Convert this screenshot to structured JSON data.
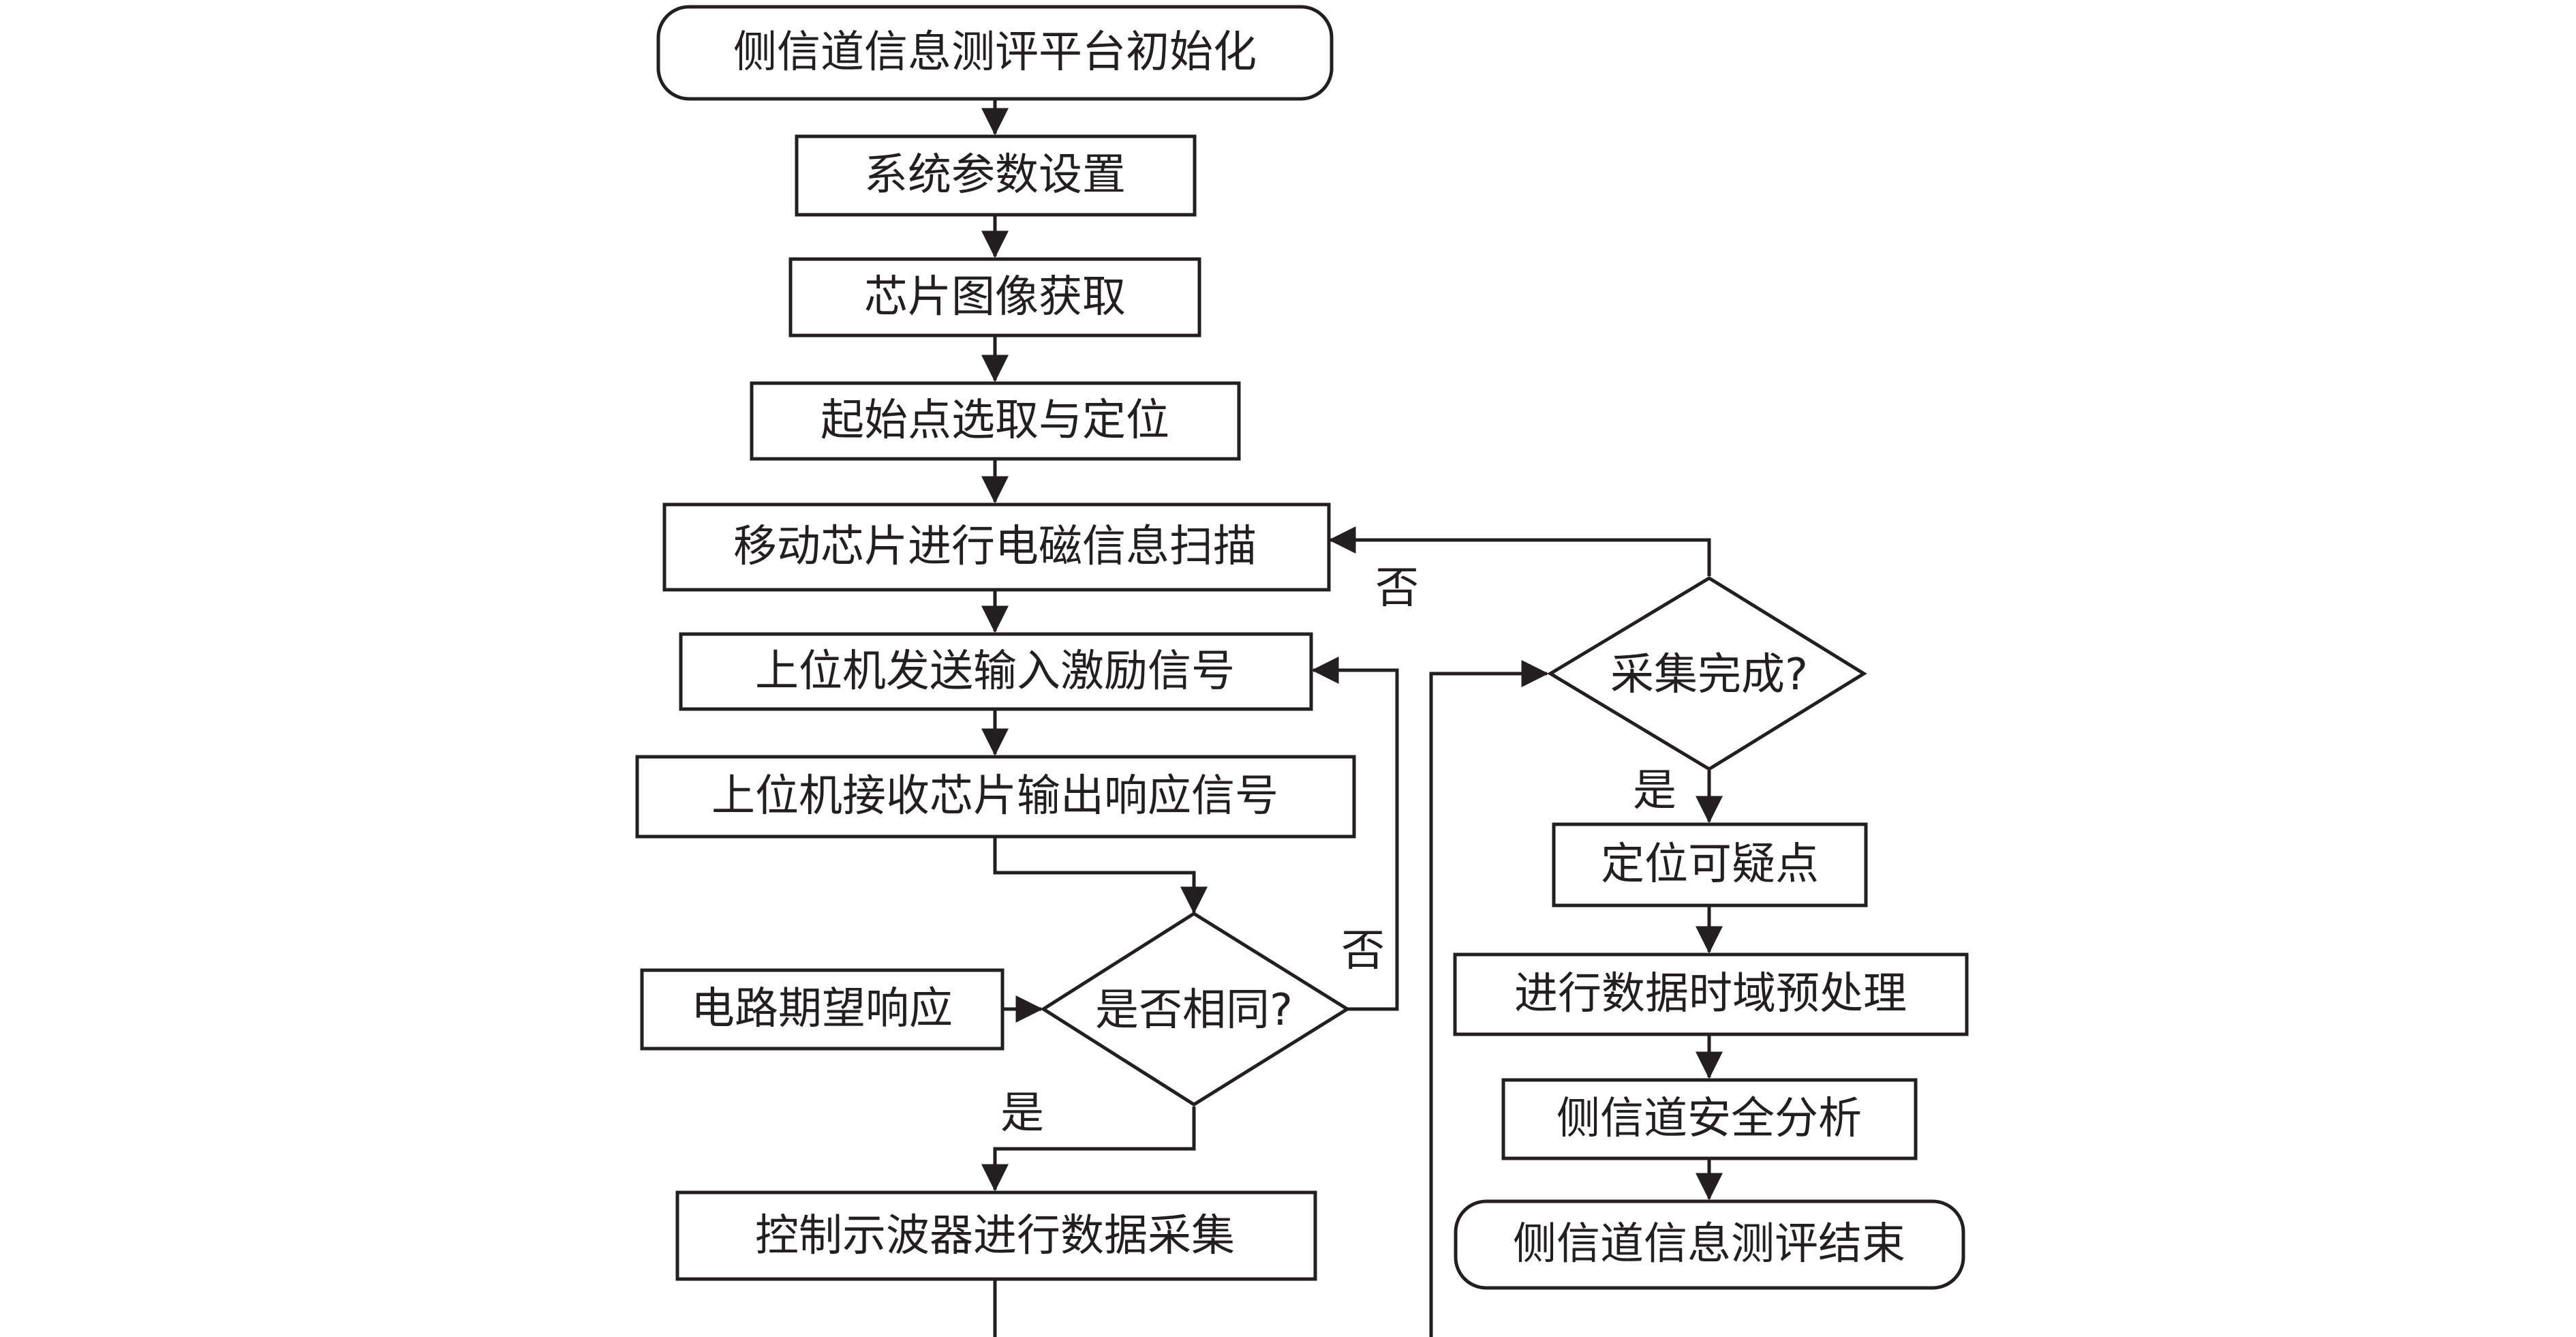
{
  "nodes": {
    "init": "侧信道信息测评平台初始化",
    "params": "系统参数设置",
    "image": "芯片图像获取",
    "locate_start": "起始点选取与定位",
    "scan": "移动芯片进行电磁信息扫描",
    "send_stimulus": "上位机发送输入激励信号",
    "receive_response": "上位机接收芯片输出响应信号",
    "expected_response": "电路期望响应",
    "same_decision": "是否相同?",
    "oscilloscope": "控制示波器进行数据采集",
    "collect_done": "采集完成?",
    "locate_suspicious": "定位可疑点",
    "preprocess": "进行数据时域预处理",
    "analysis": "侧信道安全分析",
    "end": "侧信道信息测评结束"
  },
  "edge_labels": {
    "same_no": "否",
    "same_yes": "是",
    "done_no": "否",
    "done_yes": "是"
  }
}
